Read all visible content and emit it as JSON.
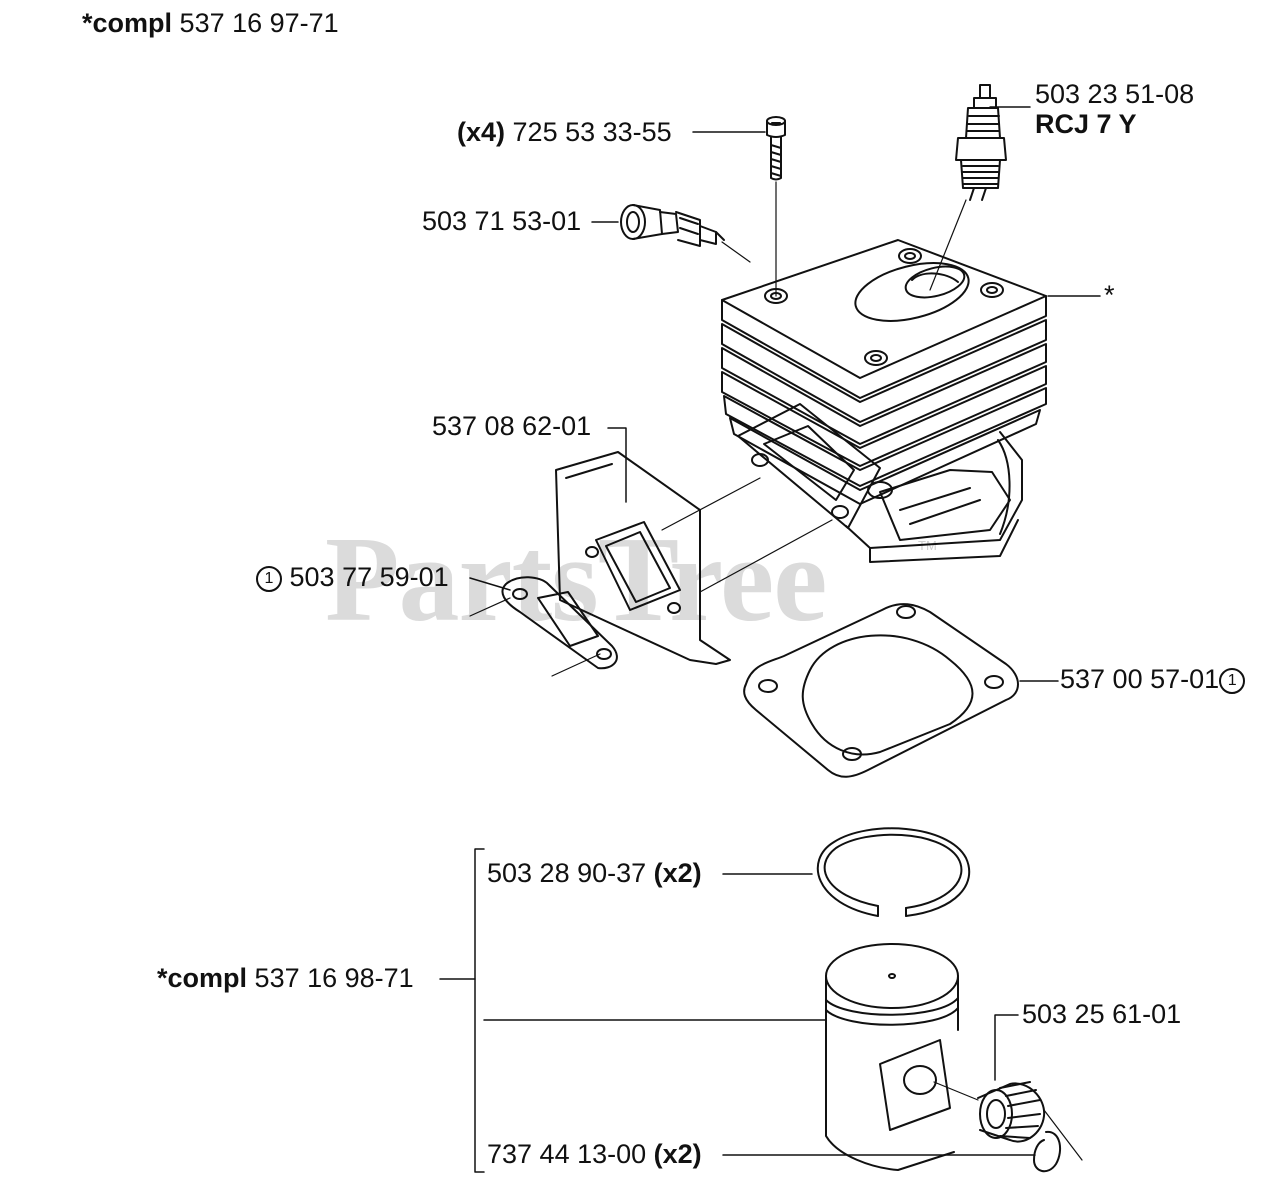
{
  "header": {
    "prefix": "*compl",
    "number": "537 16 97-71"
  },
  "watermark": {
    "text": "PartsTree",
    "tm": "TM"
  },
  "callouts": {
    "screw_qty": "(x4)",
    "screw": "725 53 33-55",
    "spark_plug": "503 23 51-08",
    "spark_plug_type": "RCJ 7 Y",
    "decomp_valve": "503 71 53-01",
    "cylinder_star": "*",
    "heat_shield": "537 08 62-01",
    "muffler_gasket_mark": "1",
    "muffler_gasket": "503 77 59-01",
    "cylinder_gasket": "537 00 57-01",
    "cylinder_gasket_mark": "1",
    "piston_ring": "503 28 90-37",
    "piston_ring_qty": "(x2)",
    "piston_kit_prefix": "*compl",
    "piston_kit": "537 16 98-71",
    "needle_bearing": "503 25 61-01",
    "circlip": "737 44 13-00",
    "circlip_qty": "(x2)"
  },
  "colors": {
    "line": "#111111",
    "watermark": "#cfcfcf",
    "background": "#ffffff"
  }
}
